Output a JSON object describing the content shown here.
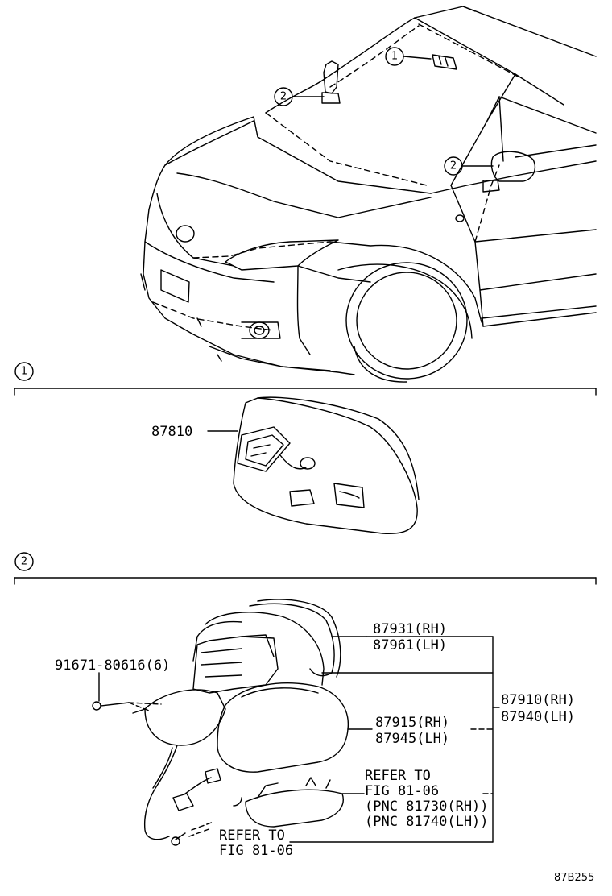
{
  "callouts": {
    "c1": "1",
    "c2": "2"
  },
  "sections": [
    {
      "marker": "1"
    },
    {
      "marker": "2"
    }
  ],
  "parts": {
    "p87810": "87810",
    "p87931": "87931(RH)",
    "p87961": "87961(LH)",
    "p91671": "91671-80616(6)",
    "p87910": "87910(RH)",
    "p87940": "87940(LH)",
    "p87915": "87915(RH)",
    "p87945": "87945(LH)"
  },
  "refer1": {
    "line1": "REFER TO",
    "line2": "FIG 81-06",
    "line3": "(PNC 81730(RH))",
    "line4": "(PNC 81740(LH))"
  },
  "refer2": {
    "line1": "REFER TO",
    "line2": "FIG 81-06"
  },
  "figure_code": "87B255"
}
